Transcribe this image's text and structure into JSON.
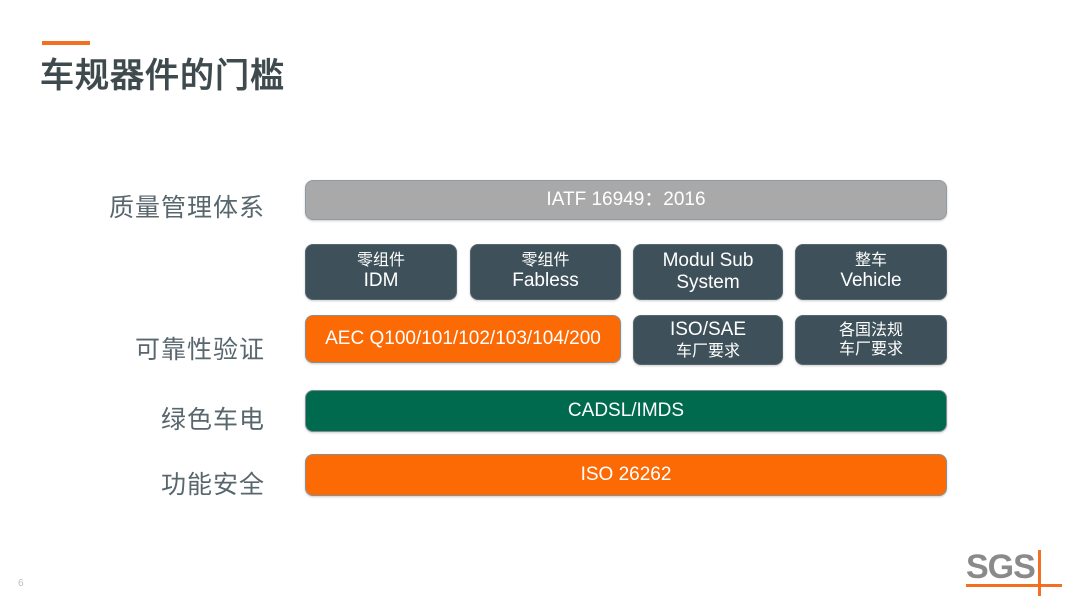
{
  "slide": {
    "title": "车规器件的门槛",
    "page_number": "6",
    "accent_color": "#f36f21"
  },
  "colors": {
    "gray": "#a9a9a9",
    "slate": "#3e5059",
    "orange": "#fc6a06",
    "green": "#006a4e",
    "label_text": "#58666d",
    "title_text": "#3f4a4f"
  },
  "rows": [
    {
      "label": "质量管理体系",
      "bars": [
        {
          "text": "IATF 16949：2016",
          "color": "gray"
        }
      ]
    },
    {
      "label": "",
      "bars": [
        {
          "line1": "零组件",
          "line2": "IDM",
          "color": "slate"
        },
        {
          "line1": "零组件",
          "line2": "Fabless",
          "color": "slate"
        },
        {
          "line1": "Modul Sub",
          "line2": "System",
          "color": "slate"
        },
        {
          "line1": "整车",
          "line2": "Vehicle",
          "color": "slate"
        }
      ]
    },
    {
      "label": "可靠性验证",
      "bars": [
        {
          "text": "AEC Q100/101/102/103/104/200",
          "color": "orange"
        },
        {
          "line1": "ISO/SAE",
          "line2": "车厂要求",
          "color": "slate"
        },
        {
          "line1": "各国法规",
          "line2": "车厂要求",
          "color": "slate"
        }
      ]
    },
    {
      "label": "绿色车电",
      "bars": [
        {
          "text": "CADSL/IMDS",
          "color": "green"
        }
      ]
    },
    {
      "label": "功能安全",
      "bars": [
        {
          "text": "ISO 26262",
          "color": "orange"
        }
      ]
    }
  ],
  "logo": {
    "name": "SGS"
  }
}
